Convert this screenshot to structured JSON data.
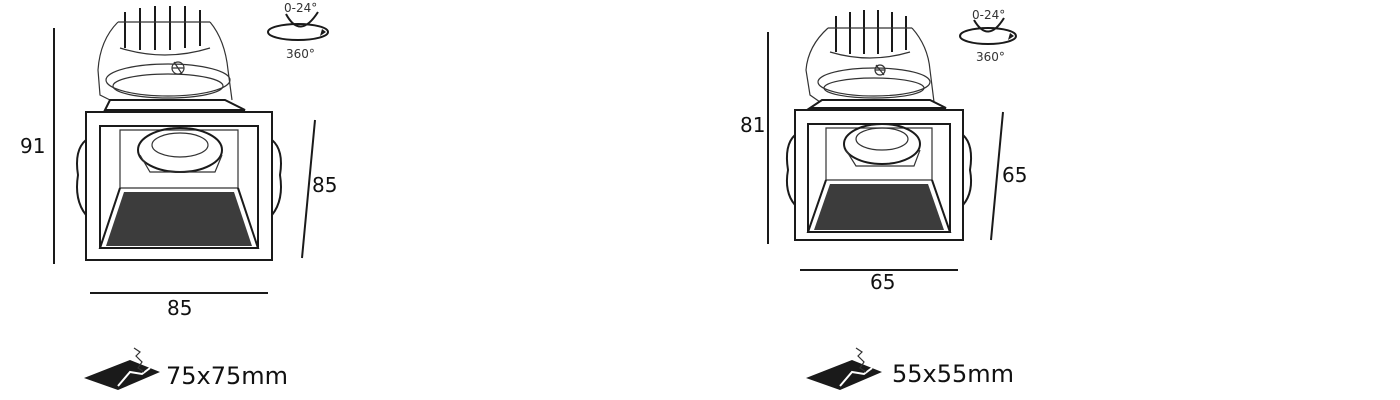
{
  "products": [
    {
      "height": "91",
      "depth": "85",
      "width": "85",
      "tilt": "0-24°",
      "rotation": "360°",
      "cutout": "75x75mm"
    },
    {
      "height": "81",
      "depth": "65",
      "width": "65",
      "tilt": "0-24°",
      "rotation": "360°",
      "cutout": "55x55mm"
    }
  ],
  "colors": {
    "line": "#1a1a1a",
    "background": "#ffffff"
  },
  "icons": [
    "tilt-rotation-icon",
    "ceiling-cutout-icon"
  ]
}
